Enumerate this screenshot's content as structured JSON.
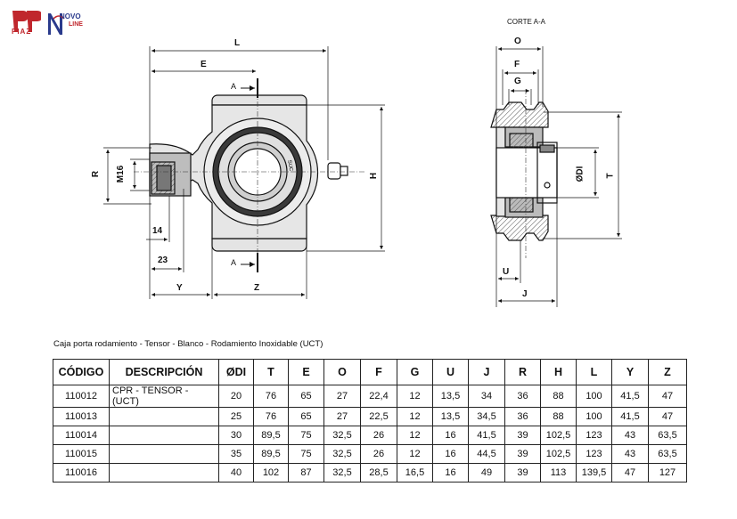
{
  "brand": {
    "logo1": "PIAZ",
    "logo2_main": "NOVO",
    "logo2_sub": "LINE"
  },
  "section_title": "CORTE A-A",
  "dims": {
    "L": "L",
    "E": "E",
    "A_top": "A",
    "A_bottom": "A",
    "R": "R",
    "M16": "M16",
    "H": "H",
    "d14": "14",
    "d23": "23",
    "Y": "Y",
    "Z": "Z",
    "O": "O",
    "F": "F",
    "G": "G",
    "DI": "ØDI",
    "T": "T",
    "U": "U",
    "J": "J"
  },
  "caption": "Caja porta rodamiento - Tensor - Blanco - Rodamiento Inoxidable (UCT)",
  "table": {
    "headers": [
      "CÓDIGO",
      "DESCRIPCIÓN",
      "ØDI",
      "T",
      "E",
      "O",
      "F",
      "G",
      "U",
      "J",
      "R",
      "H",
      "L",
      "Y",
      "Z"
    ],
    "rows": [
      [
        "110012",
        "CPR - TENSOR - (UCT)",
        "20",
        "76",
        "65",
        "27",
        "22,4",
        "12",
        "13,5",
        "34",
        "36",
        "88",
        "100",
        "41,5",
        "47"
      ],
      [
        "110013",
        "",
        "25",
        "76",
        "65",
        "27",
        "22,5",
        "12",
        "13,5",
        "34,5",
        "36",
        "88",
        "100",
        "41,5",
        "47"
      ],
      [
        "110014",
        "",
        "30",
        "89,5",
        "75",
        "32,5",
        "26",
        "12",
        "16",
        "41,5",
        "39",
        "102,5",
        "123",
        "43",
        "63,5"
      ],
      [
        "110015",
        "",
        "35",
        "89,5",
        "75",
        "32,5",
        "26",
        "12",
        "16",
        "44,5",
        "39",
        "102,5",
        "123",
        "43",
        "63,5"
      ],
      [
        "110016",
        "",
        "40",
        "102",
        "87",
        "32,5",
        "28,5",
        "16,5",
        "16",
        "49",
        "39",
        "113",
        "139,5",
        "47",
        "127"
      ]
    ]
  },
  "colors": {
    "brand_red": "#c0272d",
    "brand_blue": "#2a3a8c"
  }
}
